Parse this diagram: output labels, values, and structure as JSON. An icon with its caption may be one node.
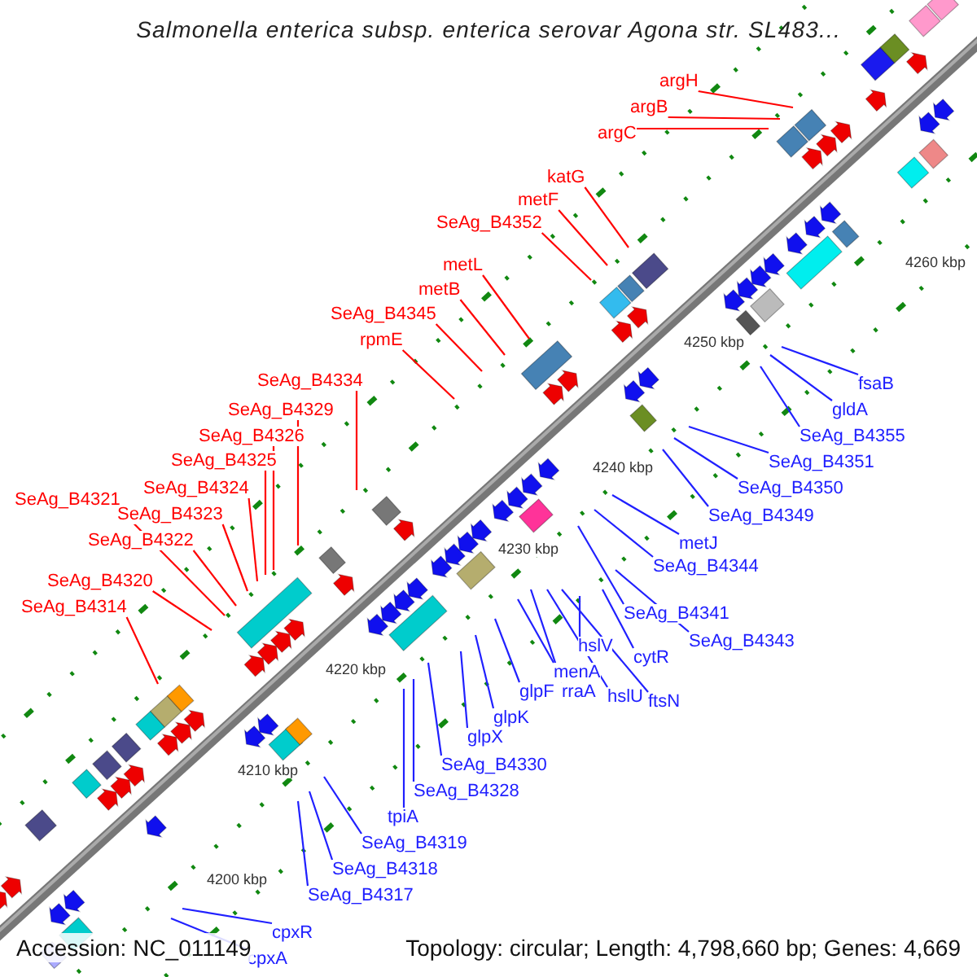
{
  "diagram": {
    "title": "Salmonella enterica subsp. enterica serovar Agona str. SL483...",
    "nodes": [
      {
        "text": [
          "argH"
        ]
      },
      {
        "text": [
          "argB"
        ]
      },
      {
        "text": [
          "argC"
        ]
      },
      {
        "text": [
          "katG"
        ]
      },
      {
        "text": [
          "metF"
        ]
      },
      {
        "text": [
          "SeAg_B4352"
        ]
      },
      {
        "text": [
          "metL"
        ]
      },
      {
        "text": [
          "metB"
        ]
      },
      {
        "text": [
          "SeAg_B4345"
        ]
      },
      {
        "text": [
          "rpmE"
        ]
      },
      {
        "text": [
          "SeAg_B4334"
        ]
      },
      {
        "text": [
          "SeAg_B4329"
        ]
      },
      {
        "text": [
          "SeAg_B4326"
        ]
      },
      {
        "text": [
          "SeAg_B4325"
        ]
      },
      {
        "text": [
          "SeAg_B4324"
        ]
      },
      {
        "text": [
          "SeAg_B4321"
        ]
      },
      {
        "text": [
          "SeAg_B4323"
        ]
      },
      {
        "text": [
          "SeAg_B4322"
        ]
      },
      {
        "text": [
          "SeAg_B4320"
        ]
      },
      {
        "text": [
          "SeAg_B4314"
        ]
      },
      {
        "text": [
          "fsaB"
        ]
      },
      {
        "text": [
          "gldA"
        ]
      },
      {
        "text": [
          "SeAg_B4355"
        ]
      },
      {
        "text": [
          "SeAg_B4351"
        ]
      },
      {
        "text": [
          "SeAg_B4350"
        ]
      },
      {
        "text": [
          "SeAg_B4349"
        ]
      },
      {
        "text": [
          "metJ"
        ]
      },
      {
        "text": [
          "SeAg_B4344"
        ]
      },
      {
        "text": [
          "SeAg_B4341"
        ]
      },
      {
        "text": [
          "SeAg_B4343"
        ]
      },
      {
        "text": [
          "hslV"
        ]
      },
      {
        "text": [
          "cytR"
        ]
      },
      {
        "text": [
          "menA"
        ]
      },
      {
        "text": [
          "glpF"
        ]
      },
      {
        "text": [
          "rraA"
        ]
      },
      {
        "text": [
          "hslU"
        ]
      },
      {
        "text": [
          "ftsN"
        ]
      },
      {
        "text": [
          "glpK"
        ]
      },
      {
        "text": [
          "glpX"
        ]
      },
      {
        "text": [
          "SeAg_B4330"
        ]
      },
      {
        "text": [
          "SeAg_B4328"
        ]
      },
      {
        "text": [
          "tpiA"
        ]
      },
      {
        "text": [
          "SeAg_B4319"
        ]
      },
      {
        "text": [
          "SeAg_B4318"
        ]
      },
      {
        "text": [
          "SeAg_B4317"
        ]
      },
      {
        "text": [
          "cpxR"
        ]
      },
      {
        "text": [
          "cpxA"
        ]
      }
    ],
    "edges": [
      {
        "from": 0,
        "to": null,
        "arrow": "none",
        "color": "#ff0000"
      },
      {
        "from": 1,
        "to": null,
        "arrow": "none",
        "color": "#ff0000"
      },
      {
        "from": 2,
        "to": null,
        "arrow": "none",
        "color": "#ff0000"
      },
      {
        "from": 3,
        "to": null,
        "arrow": "none",
        "color": "#ff0000"
      },
      {
        "from": 4,
        "to": null,
        "arrow": "none",
        "color": "#ff0000"
      },
      {
        "from": 5,
        "to": null,
        "arrow": "none",
        "color": "#ff0000"
      },
      {
        "from": 6,
        "to": null,
        "arrow": "none",
        "color": "#ff0000"
      },
      {
        "from": 7,
        "to": null,
        "arrow": "none",
        "color": "#ff0000"
      },
      {
        "from": 8,
        "to": null,
        "arrow": "none",
        "color": "#ff0000"
      },
      {
        "from": 9,
        "to": null,
        "arrow": "none",
        "color": "#ff0000"
      },
      {
        "from": 10,
        "to": null,
        "arrow": "none",
        "color": "#ff0000"
      },
      {
        "from": 11,
        "to": null,
        "arrow": "none",
        "color": "#ff0000"
      },
      {
        "from": 12,
        "to": null,
        "arrow": "none",
        "color": "#ff0000"
      },
      {
        "from": 13,
        "to": null,
        "arrow": "none",
        "color": "#ff0000"
      },
      {
        "from": 14,
        "to": null,
        "arrow": "none",
        "color": "#ff0000"
      },
      {
        "from": 15,
        "to": null,
        "arrow": "none",
        "color": "#ff0000"
      },
      {
        "from": 16,
        "to": null,
        "arrow": "none",
        "color": "#ff0000"
      },
      {
        "from": 17,
        "to": null,
        "arrow": "none",
        "color": "#ff0000"
      },
      {
        "from": 18,
        "to": null,
        "arrow": "none",
        "color": "#ff0000"
      },
      {
        "from": 19,
        "to": null,
        "arrow": "none",
        "color": "#ff0000"
      },
      {
        "from": 20,
        "to": null,
        "arrow": "none"
      },
      {
        "from": 21,
        "to": null,
        "arrow": "none"
      },
      {
        "from": 22,
        "to": null,
        "arrow": "none"
      },
      {
        "from": 23,
        "to": null,
        "arrow": "none"
      },
      {
        "from": 24,
        "to": null,
        "arrow": "none"
      },
      {
        "from": 25,
        "to": null,
        "arrow": "none"
      },
      {
        "from": 26,
        "to": null,
        "arrow": "none"
      },
      {
        "from": 27,
        "to": null,
        "arrow": "none"
      },
      {
        "from": 28,
        "to": null,
        "arrow": "none"
      },
      {
        "from": 29,
        "to": null,
        "arrow": "none"
      },
      {
        "from": 30,
        "to": null,
        "arrow": "none"
      },
      {
        "from": 31,
        "to": null,
        "arrow": "none"
      },
      {
        "from": 32,
        "to": null,
        "arrow": "none"
      },
      {
        "from": 33,
        "to": null,
        "arrow": "none"
      },
      {
        "from": 34,
        "to": null,
        "arrow": "none"
      },
      {
        "from": 35,
        "to": null,
        "arrow": "none"
      },
      {
        "from": 36,
        "to": null,
        "arrow": "none"
      },
      {
        "from": 37,
        "to": null,
        "arrow": "none"
      },
      {
        "from": 38,
        "to": null,
        "arrow": "none"
      },
      {
        "from": 39,
        "to": null,
        "arrow": "none"
      },
      {
        "from": 40,
        "to": null,
        "arrow": "none"
      },
      {
        "from": 41,
        "to": null,
        "arrow": "none"
      },
      {
        "from": 42,
        "to": null,
        "arrow": "none"
      },
      {
        "from": 43,
        "to": null,
        "arrow": "none"
      },
      {
        "from": 44,
        "to": null,
        "arrow": "none"
      },
      {
        "from": 45,
        "to": null,
        "arrow": "none"
      },
      {
        "from": 46,
        "to": null,
        "arrow": "none"
      }
    ],
    "labels": [
      "4260 kbp",
      "4250 kbp",
      "4240 kbp",
      "4230 kbp",
      "4220 kbp",
      "4210 kbp",
      "4200 kbp",
      "Accession: NC_011149",
      "Topology: circular; Length: 4,798,660 bp; Genes: 4,669"
    ]
  }
}
